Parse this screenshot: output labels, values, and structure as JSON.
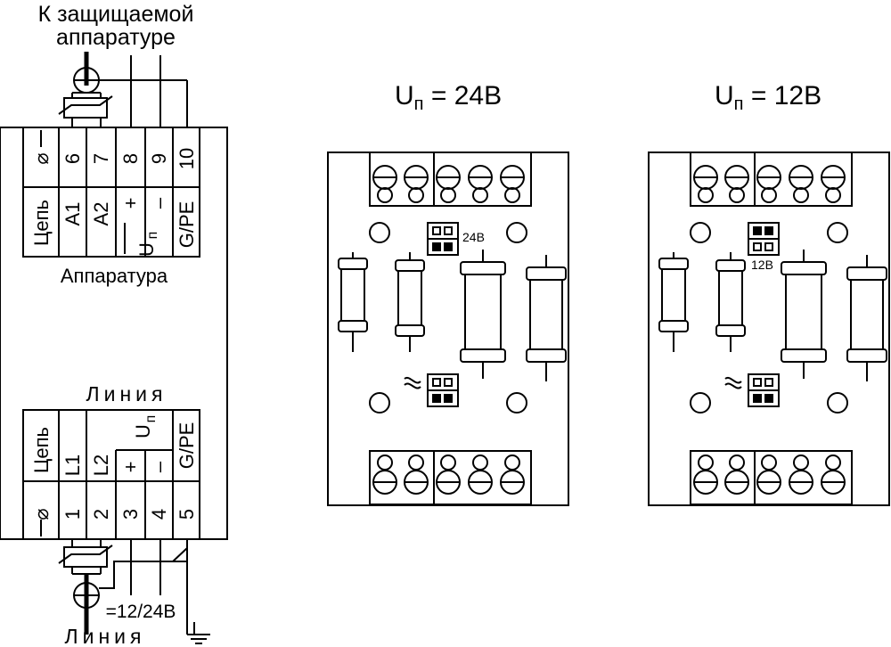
{
  "wiring": {
    "top_caption_line1": "К защищаемой",
    "top_caption_line2": "аппаратуре",
    "top_block": {
      "row_label_symbol": "⌀",
      "terminals": [
        "6",
        "7",
        "8",
        "9",
        "10"
      ],
      "row_label_function": "Цепь",
      "functions": [
        "A1",
        "A2",
        "+",
        "–",
        "G/PE"
      ],
      "supply_label_main": "U",
      "supply_label_sub": "п"
    },
    "equipment_label": "Аппаратура",
    "line_label_top": "Линия",
    "bottom_block": {
      "row_label_function": "Цепь",
      "functions": [
        "L1",
        "L2",
        "+",
        "–",
        "G/PE"
      ],
      "supply_label_main": "U",
      "supply_label_sub": "п",
      "row_label_symbol": "⌀",
      "terminals": [
        "1",
        "2",
        "3",
        "4",
        "5"
      ]
    },
    "supply_voltage_label": "=12/24В",
    "line_label_bottom": "Линия",
    "ground_symbol": "⏚"
  },
  "boards": [
    {
      "heading_main": "U",
      "heading_sub": "п",
      "heading_value": " = 24В",
      "jumper_label": "24В"
    },
    {
      "heading_main": "U",
      "heading_sub": "п",
      "heading_value": " = 12В",
      "jumper_label": "12В"
    }
  ]
}
